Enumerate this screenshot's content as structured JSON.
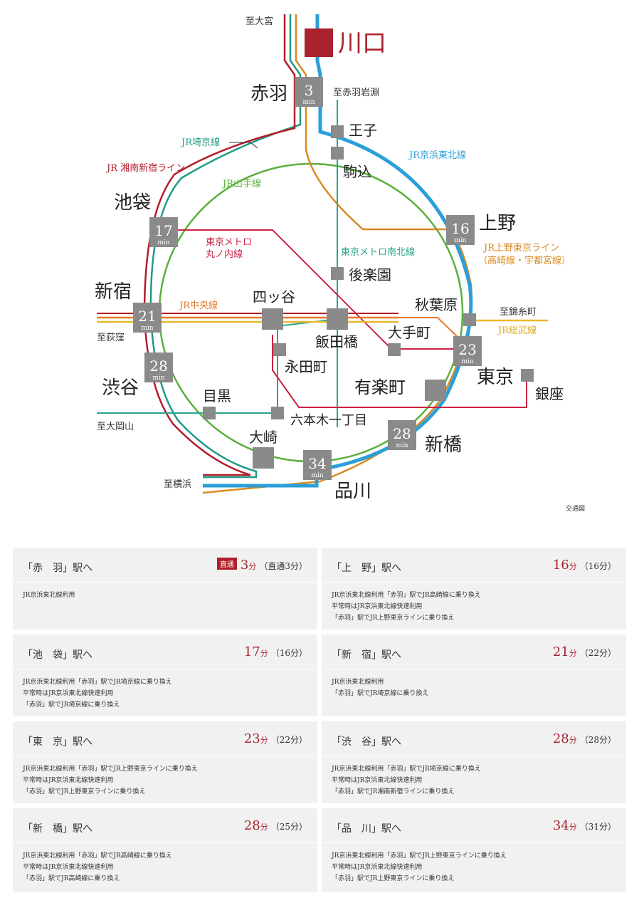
{
  "origin": {
    "name": "川口"
  },
  "stations": {
    "akabane": {
      "name": "赤羽",
      "time": "3",
      "unit": "min"
    },
    "ueno": {
      "name": "上野",
      "time": "16",
      "unit": "min"
    },
    "ikebukuro": {
      "name": "池袋",
      "time": "17",
      "unit": "min"
    },
    "shinjuku": {
      "name": "新宿",
      "time": "21",
      "unit": "min"
    },
    "tokyo": {
      "name": "東京",
      "time": "23",
      "unit": "min"
    },
    "shibuya": {
      "name": "渋谷",
      "time": "28",
      "unit": "min"
    },
    "shimbashi": {
      "name": "新橋",
      "time": "28",
      "unit": "min"
    },
    "shinagawa": {
      "name": "品川",
      "time": "34",
      "unit": "min"
    },
    "oji": {
      "name": "王子"
    },
    "komagome": {
      "name": "駒込"
    },
    "korakuen": {
      "name": "後楽園"
    },
    "yotsuya": {
      "name": "四ッ谷"
    },
    "iidabashi": {
      "name": "飯田橋"
    },
    "akihabara": {
      "name": "秋葉原"
    },
    "otemachi": {
      "name": "大手町"
    },
    "nagatacho": {
      "name": "永田町"
    },
    "yurakucho": {
      "name": "有楽町"
    },
    "ginza": {
      "name": "銀座"
    },
    "meguro": {
      "name": "目黒"
    },
    "roppongi": {
      "name": "六本木一丁目"
    },
    "osaki": {
      "name": "大崎"
    }
  },
  "directions": {
    "omiya": "至大宮",
    "akabaneiwabuchi": "至赤羽岩淵",
    "kinshicho": "至錦糸町",
    "ogikubo": "至荻窪",
    "ookayama": "至大岡山",
    "yokohama": "至横浜"
  },
  "lines": {
    "saikyo": "JR埼京線",
    "shonan": "JR 湘南新宿ライン",
    "yamanote": "JR山手線",
    "keihin": "JR京浜東北線",
    "marunouchi": [
      "東京メトロ",
      "丸ノ内線"
    ],
    "namboku": "東京メトロ南北線",
    "ueno_tokyo": [
      "JR上野東京ライン",
      "（高崎線・宇都宮線）"
    ],
    "chuo": "JR中央線",
    "sobu": "JR総武線"
  },
  "colors": {
    "keihin": "#2a9fd8",
    "yamanote": "#5aaf3c",
    "saikyo": "#1f9a86",
    "shonan": "#b31e2a",
    "ueno_tokyo": "#d98a1f",
    "marunouchi": "#cc2244",
    "namboku": "#2aa58f",
    "chuo": "#e8772b",
    "sobu": "#e8b82b",
    "station_box": "#8a8a8a",
    "accent": "#a9232e"
  },
  "map_caption": "交通図",
  "cards": [
    {
      "station": "「赤　羽」駅へ",
      "badge": "直通",
      "minutes": "3",
      "unit": "分",
      "alt": "（直通3分）",
      "notes": [
        "JR京浜東北線利用"
      ]
    },
    {
      "station": "「上　野」駅へ",
      "badge": "",
      "minutes": "16",
      "unit": "分",
      "alt": "（16分）",
      "notes": [
        "JR京浜東北線利用「赤羽」駅でJR高崎線に乗り換え",
        "平常時はJR京浜東北線快速利用",
        "「赤羽」駅でJR上野東京ラインに乗り換え"
      ]
    },
    {
      "station": "「池　袋」駅へ",
      "badge": "",
      "minutes": "17",
      "unit": "分",
      "alt": "（16分）",
      "notes": [
        "JR京浜東北線利用「赤羽」駅でJR埼京線に乗り換え",
        "平常時はJR京浜東北線快速利用",
        "「赤羽」駅でJR埼京線に乗り換え"
      ]
    },
    {
      "station": "「新　宿」駅へ",
      "badge": "",
      "minutes": "21",
      "unit": "分",
      "alt": "（22分）",
      "notes": [
        "JR京浜東北線利用",
        "「赤羽」駅でJR埼京線に乗り換え"
      ]
    },
    {
      "station": "「東　京」駅へ",
      "badge": "",
      "minutes": "23",
      "unit": "分",
      "alt": "（22分）",
      "notes": [
        "JR京浜東北線利用「赤羽」駅でJR上野東京ラインに乗り換え",
        "平常時はJR京浜東北線快速利用",
        "「赤羽」駅でJR上野東京ラインに乗り換え"
      ]
    },
    {
      "station": "「渋　谷」駅へ",
      "badge": "",
      "minutes": "28",
      "unit": "分",
      "alt": "（28分）",
      "notes": [
        "JR京浜東北線利用「赤羽」駅でJR埼京線に乗り換え",
        "平常時はJR京浜東北線快速利用",
        "「赤羽」駅でJR湘南新宿ラインに乗り換え"
      ]
    },
    {
      "station": "「新　橋」駅へ",
      "badge": "",
      "minutes": "28",
      "unit": "分",
      "alt": "（25分）",
      "notes": [
        "JR京浜東北線利用「赤羽」駅でJR高崎線に乗り換え",
        "平常時はJR京浜東北線快速利用",
        "「赤羽」駅でJR高崎線に乗り換え"
      ]
    },
    {
      "station": "「品　川」駅へ",
      "badge": "",
      "minutes": "34",
      "unit": "分",
      "alt": "（31分）",
      "notes": [
        "JR京浜東北線利用「赤羽」駅でJR上野東京ラインに乗り換え",
        "平常時はJR京浜東北線快速利用",
        "「赤羽」駅でJR上野東京ラインに乗り換え"
      ]
    }
  ]
}
